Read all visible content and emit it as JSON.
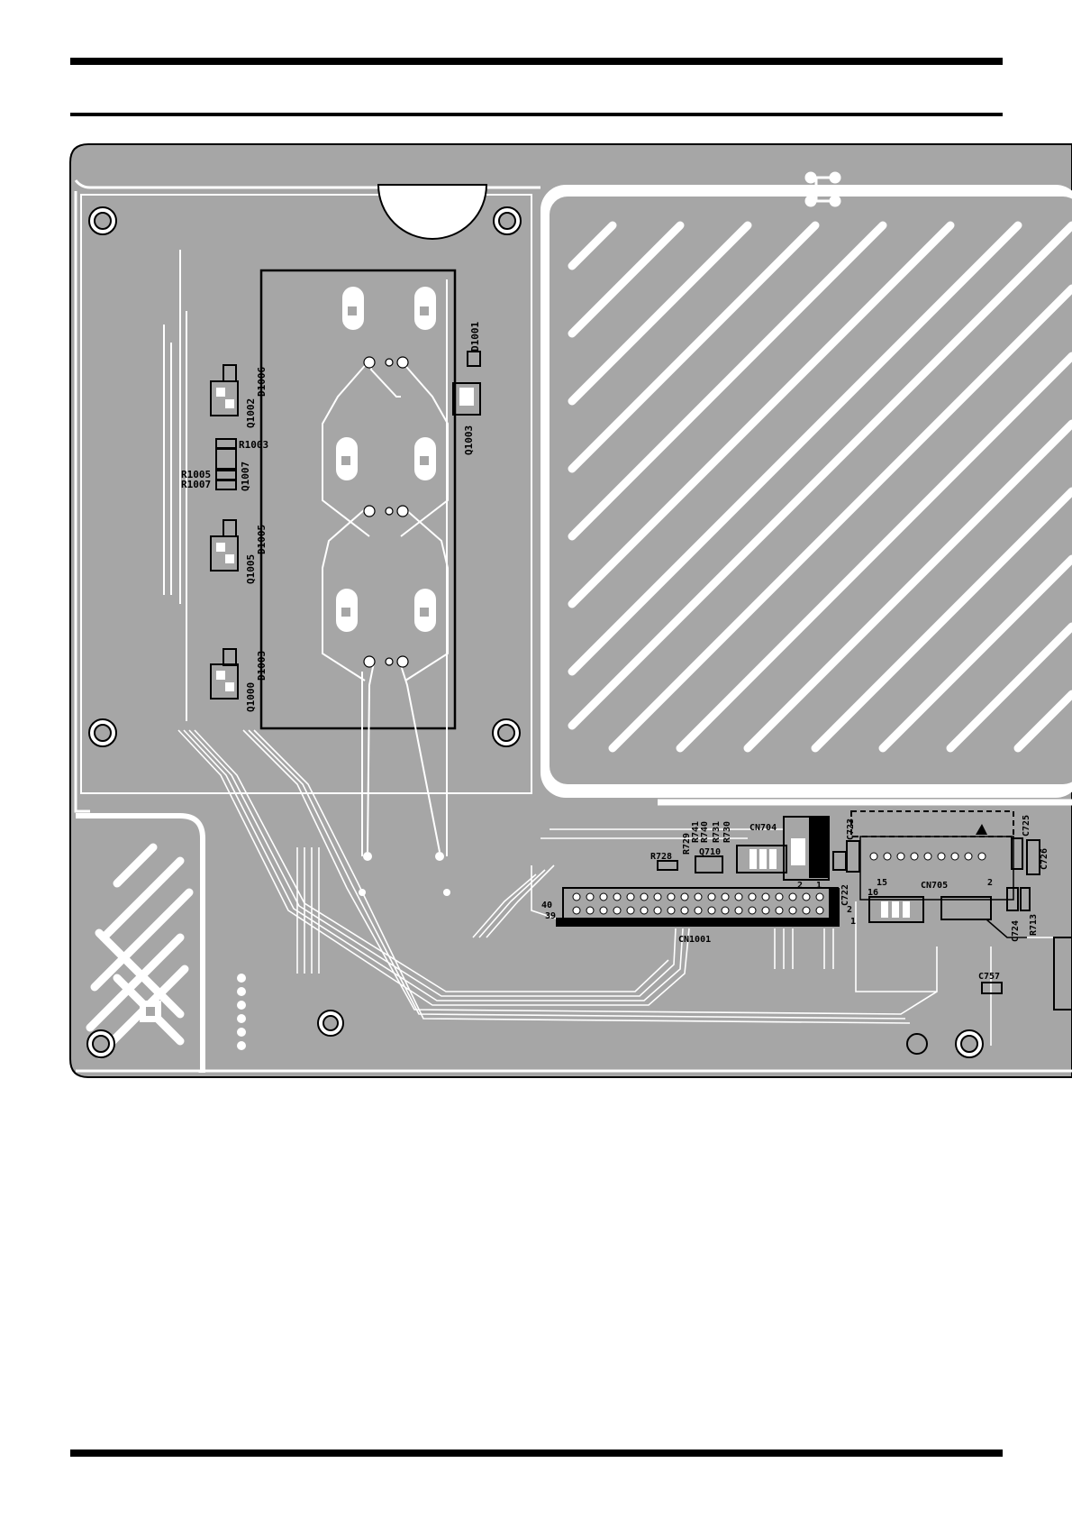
{
  "board": {
    "colors": {
      "pcb": "#a6a6a6",
      "trace": "#ffffff",
      "ink": "#000000"
    },
    "labels": {
      "q1002": "Q1002",
      "d1006": "D1006",
      "r1003": "R1003",
      "q1007": "Q1007",
      "r1005": "R1005",
      "r1007": "R1007",
      "d1005": "D1005",
      "q1005": "Q1005",
      "d1003": "D1003",
      "q1000": "Q1000",
      "d1001": "D1001",
      "q1003": "Q1003",
      "r728": "R728",
      "r729": "R729",
      "r741": "R741",
      "r740": "R740",
      "r731": "R731",
      "r730": "R730",
      "q710": "Q710",
      "cn704": "CN704",
      "c723": "C723",
      "c725": "C725",
      "c726": "C726",
      "c722": "C722",
      "cn705": "CN705",
      "c724": "C724",
      "r713": "R713",
      "c757": "C757",
      "cn1001": "CN1001"
    },
    "pins": {
      "cn1001_40": "40",
      "cn1001_39": "39",
      "cn704_2": "2",
      "cn704_1": "1",
      "cn705_15": "15",
      "cn705_16": "16",
      "cn705_2": "2",
      "c722_2": "2",
      "c722_1": "1"
    }
  }
}
